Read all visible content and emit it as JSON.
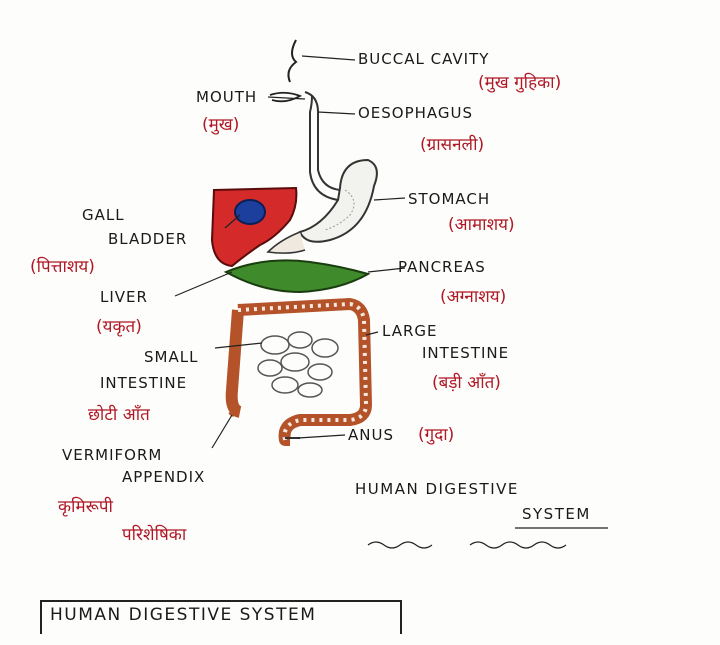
{
  "labels": {
    "buccal_cavity": "BUCCAL CAVITY",
    "buccal_cavity_hi": "(मुख गुहिका)",
    "mouth": "MOUTH",
    "mouth_hi": "(मुख)",
    "oesophagus": "OESOPHAGUS",
    "oesophagus_hi": "(ग्रासनली)",
    "stomach": "STOMACH",
    "stomach_hi": "(आमाशय)",
    "gall_bladder_1": "GALL",
    "gall_bladder_2": "BLADDER",
    "gall_bladder_hi": "(पित्ताशय)",
    "pancreas": "PANCREAS",
    "pancreas_hi": "(अग्नाशय)",
    "liver": "LIVER",
    "liver_hi": "(यकृत)",
    "large_intestine_1": "LARGE",
    "large_intestine_2": "INTESTINE",
    "large_intestine_hi": "(बड़ी आँत)",
    "small_intestine_1": "SMALL",
    "small_intestine_2": "INTESTINE",
    "small_intestine_hi": "छोटी आँत",
    "anus": "ANUS",
    "anus_hi": "(गुदा)",
    "appendix_1": "VERMIFORM",
    "appendix_2": "APPENDIX",
    "appendix_hi_1": "कृमिरूपी",
    "appendix_hi_2": "परिशेषिका"
  },
  "side_title": {
    "line1": "HUMAN DIGESTIVE",
    "line2": "SYSTEM"
  },
  "footer_title": "HUMAN DIGESTIVE SYSTEM",
  "colors": {
    "ink": "#1a1a1a",
    "hindi": "#b01826",
    "liver": "#d42a2a",
    "gall_bladder": "#1c3f9e",
    "pancreas": "#3f8a2a",
    "intestine": "#b4532a"
  }
}
